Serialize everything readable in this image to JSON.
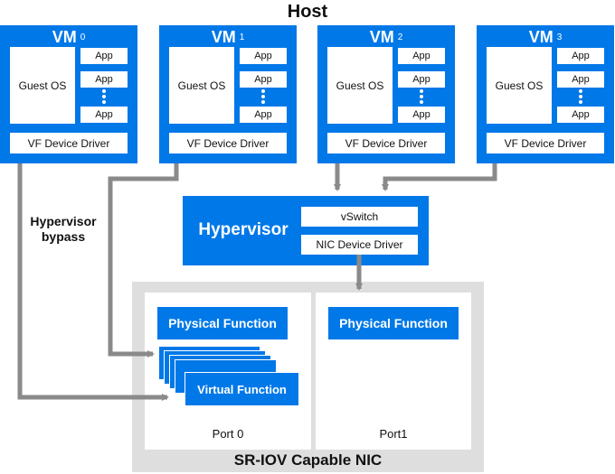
{
  "host": {
    "title": "Host"
  },
  "vms": [
    {
      "title": "VM",
      "index": "0",
      "guest_os": "Guest OS",
      "apps": [
        "App",
        "App",
        "App"
      ],
      "vf_driver": "VF Device Driver"
    },
    {
      "title": "VM",
      "index": "1",
      "guest_os": "Guest OS",
      "apps": [
        "App",
        "App",
        "App"
      ],
      "vf_driver": "VF Device Driver"
    },
    {
      "title": "VM",
      "index": "2",
      "guest_os": "Guest OS",
      "apps": [
        "App",
        "App",
        "App"
      ],
      "vf_driver": "VF Device Driver"
    },
    {
      "title": "VM",
      "index": "3",
      "guest_os": "Guest OS",
      "apps": [
        "App",
        "App",
        "App"
      ],
      "vf_driver": "VF Device Driver"
    }
  ],
  "hypervisor": {
    "label": "Hypervisor",
    "vswitch": "vSwitch",
    "nic_driver": "NIC Device Driver"
  },
  "bypass_label": {
    "line1": "Hypervisor",
    "line2": "bypass"
  },
  "nic": {
    "label": "SR-IOV Capable NIC",
    "ports": [
      {
        "label": "Port 0",
        "pf": "Physical Function",
        "vf": "Virtual Function"
      },
      {
        "label": "Port1",
        "pf": "Physical Function"
      }
    ]
  },
  "colors": {
    "blue": "#0078e8",
    "arrow": "#8a8a8a",
    "nic_bg": "#dedede"
  }
}
